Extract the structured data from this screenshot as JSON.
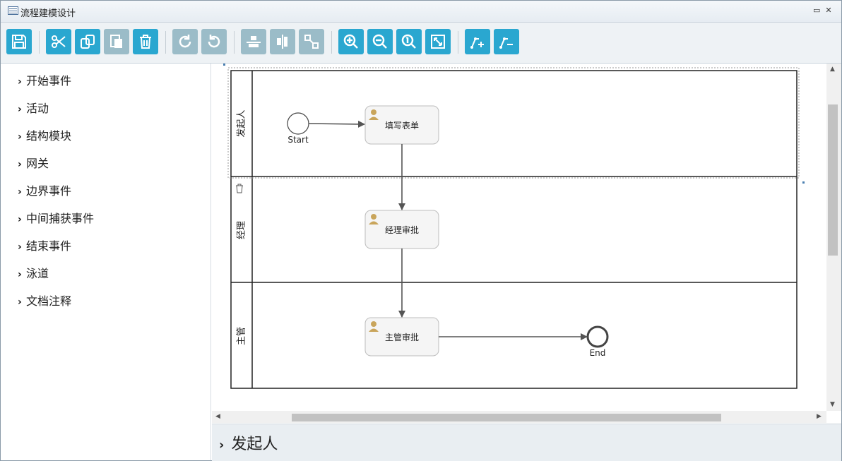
{
  "window": {
    "title": "流程建模设计",
    "minimize_glyph": "▭",
    "close_glyph": "✕"
  },
  "toolbar": {
    "buttons": [
      {
        "name": "save",
        "icon": "save-icon",
        "enabled": true
      },
      {
        "name": "cut",
        "icon": "scissors-icon",
        "enabled": true
      },
      {
        "name": "copy",
        "icon": "copy-icon",
        "enabled": true
      },
      {
        "name": "paste",
        "icon": "paste-icon",
        "enabled": false
      },
      {
        "name": "delete",
        "icon": "trash-icon",
        "enabled": true
      },
      {
        "name": "redo",
        "icon": "redo-icon",
        "enabled": false
      },
      {
        "name": "undo",
        "icon": "undo-icon",
        "enabled": false
      },
      {
        "name": "align-horizontal",
        "icon": "align-horizontal-icon",
        "enabled": false
      },
      {
        "name": "align-vertical",
        "icon": "align-vertical-icon",
        "enabled": false
      },
      {
        "name": "same-size",
        "icon": "same-size-icon",
        "enabled": false
      },
      {
        "name": "zoom-in",
        "icon": "zoom-in-icon",
        "enabled": true
      },
      {
        "name": "zoom-out",
        "icon": "zoom-out-icon",
        "enabled": true
      },
      {
        "name": "zoom-actual",
        "icon": "zoom-actual-icon",
        "enabled": true
      },
      {
        "name": "zoom-fit",
        "icon": "zoom-fit-icon",
        "enabled": true
      },
      {
        "name": "add-bendpoint",
        "icon": "add-bendpoint-icon",
        "enabled": true
      },
      {
        "name": "remove-bendpoint",
        "icon": "remove-bendpoint-icon",
        "enabled": true
      }
    ],
    "colors": {
      "active": "#2aa7d0",
      "disabled": "#9bbcc8"
    }
  },
  "sidebar": {
    "items": [
      {
        "label": "开始事件"
      },
      {
        "label": "活动"
      },
      {
        "label": "结构模块"
      },
      {
        "label": "网关"
      },
      {
        "label": "边界事件"
      },
      {
        "label": "中间捕获事件"
      },
      {
        "label": "结束事件"
      },
      {
        "label": "泳道"
      },
      {
        "label": "文档注释"
      }
    ]
  },
  "diagram": {
    "lanes": [
      {
        "label": "发起人"
      },
      {
        "label": "经理"
      },
      {
        "label": "主管"
      }
    ],
    "start_event": {
      "label": "Start"
    },
    "end_event": {
      "label": "End"
    },
    "tasks": [
      {
        "label": "填写表单",
        "icon": "user-icon"
      },
      {
        "label": "经理审批",
        "icon": "user-icon"
      },
      {
        "label": "主管审批",
        "icon": "user-icon"
      }
    ]
  },
  "properties": {
    "selected_label": "发起人"
  }
}
